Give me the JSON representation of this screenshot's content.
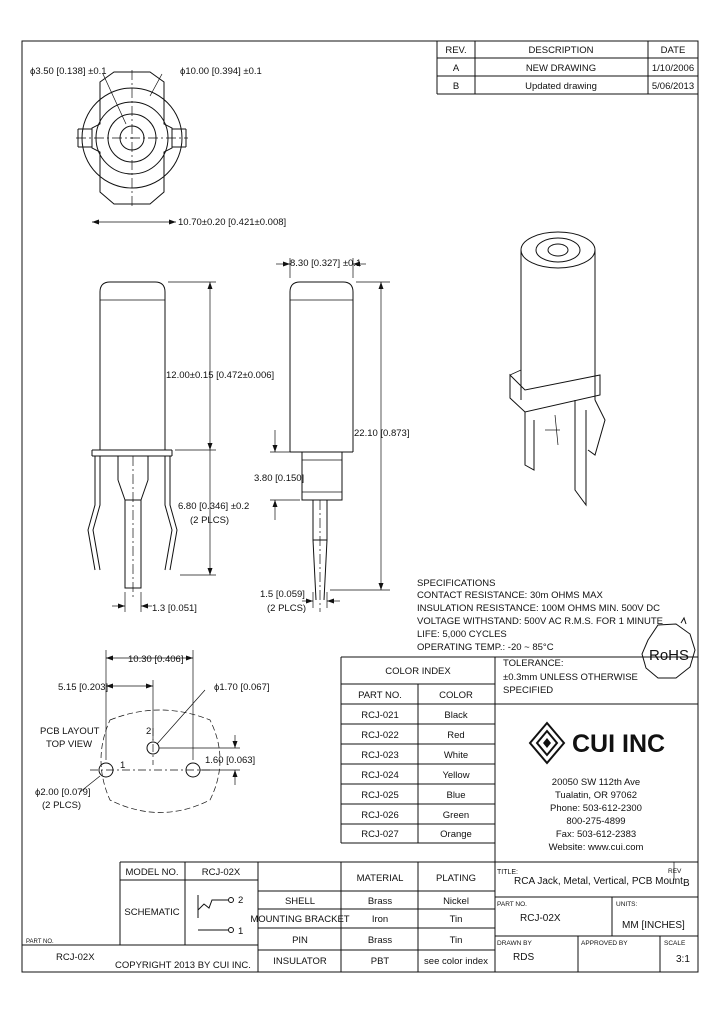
{
  "revision_table": {
    "headers": [
      "REV.",
      "DESCRIPTION",
      "DATE"
    ],
    "rows": [
      [
        "A",
        "NEW DRAWING",
        "1/10/2006"
      ],
      [
        "B",
        "Updated drawing",
        "5/06/2013"
      ]
    ]
  },
  "dimensions": {
    "top_hole": "ϕ3.50 [0.138] ±0.1",
    "top_outer": "ϕ10.00 [0.394] ±0.1",
    "top_width": "10.70±0.20 [0.421±0.008]",
    "body_height": "12.00±0.15 [0.472±0.006]",
    "pin_length": "6.80 [0.346] ±0.2",
    "pin_length_note": "(2 PLCS)",
    "pin_width": "1.3 [0.051]",
    "side_width": "8.30 [0.327] ±0.1",
    "side_height": "22.10 [0.873]",
    "side_neck": "3.80 [0.150]",
    "side_pin": "1.5 [0.059]",
    "side_pin_note": "(2 PLCS)"
  },
  "specifications": {
    "title": "SPECIFICATIONS",
    "lines": [
      "CONTACT RESISTANCE: 30m OHMS MAX",
      "INSULATION RESISTANCE: 100M OHMS MIN. 500V DC",
      "VOLTAGE WITHSTAND: 500V AC R.M.S. FOR 1 MINUTE",
      "LIFE: 5,000 CYCLES",
      "OPERATING TEMP.: -20 ~ 85°C"
    ]
  },
  "tolerance": {
    "title": "TOLERANCE:",
    "lines": [
      "±0.3mm UNLESS OTHERWISE",
      "SPECIFIED"
    ]
  },
  "rohs_label": "RoHS",
  "pcb_layout": {
    "label_line1": "PCB LAYOUT",
    "label_line2": "TOP VIEW",
    "width": "10.30 [0.406]",
    "offset": "5.15 [0.203]",
    "small_hole": "ϕ1.70 [0.067]",
    "pitch": "1.60 [0.063]",
    "big_hole": "ϕ2.00 [0.079]",
    "big_hole_note": "(2 PLCS)",
    "pin1": "1",
    "pin2": "2"
  },
  "color_index": {
    "title": "COLOR INDEX",
    "headers": [
      "PART NO.",
      "COLOR"
    ],
    "rows": [
      [
        "RCJ-021",
        "Black"
      ],
      [
        "RCJ-022",
        "Red"
      ],
      [
        "RCJ-023",
        "White"
      ],
      [
        "RCJ-024",
        "Yellow"
      ],
      [
        "RCJ-025",
        "Blue"
      ],
      [
        "RCJ-026",
        "Green"
      ],
      [
        "RCJ-027",
        "Orange"
      ]
    ]
  },
  "company": {
    "name": "CUI INC",
    "address": [
      "20050 SW 112th Ave",
      "Tualatin, OR 97062"
    ],
    "phone": "Phone: 503-612-2300",
    "phone2": "800-275-4899",
    "fax": "Fax: 503-612-2383",
    "website": "Website: www.cui.com"
  },
  "model_block": {
    "model_label": "MODEL NO.",
    "model_value": "RCJ-02X",
    "schematic_label": "SCHEMATIC",
    "pin2": "2",
    "pin1": "1"
  },
  "part_number_block": {
    "label": "PART NO.",
    "value": "RCJ-02X"
  },
  "copyright": "COPYRIGHT 2013 BY CUI INC.",
  "materials": {
    "headers": [
      "",
      "MATERIAL",
      "PLATING"
    ],
    "rows": [
      [
        "SHELL",
        "Brass",
        "Nickel"
      ],
      [
        "MOUNTING BRACKET",
        "Iron",
        "Tin"
      ],
      [
        "PIN",
        "Brass",
        "Tin"
      ],
      [
        "INSULATOR",
        "PBT",
        "see color index"
      ]
    ]
  },
  "title_block": {
    "title_label": "TITLE:",
    "title_value": "RCA Jack, Metal, Vertical, PCB Mount",
    "rev_label": "REV",
    "rev_value": "B",
    "part_label": "PART NO.",
    "part_value": "RCJ-02X",
    "units_label": "UNITS:",
    "units_value": "MM [INCHES]",
    "drawn_label": "DRAWN BY",
    "drawn_value": "RDS",
    "approved_label": "APPROVED BY",
    "approved_value": "",
    "scale_label": "SCALE",
    "scale_value": "3:1"
  }
}
